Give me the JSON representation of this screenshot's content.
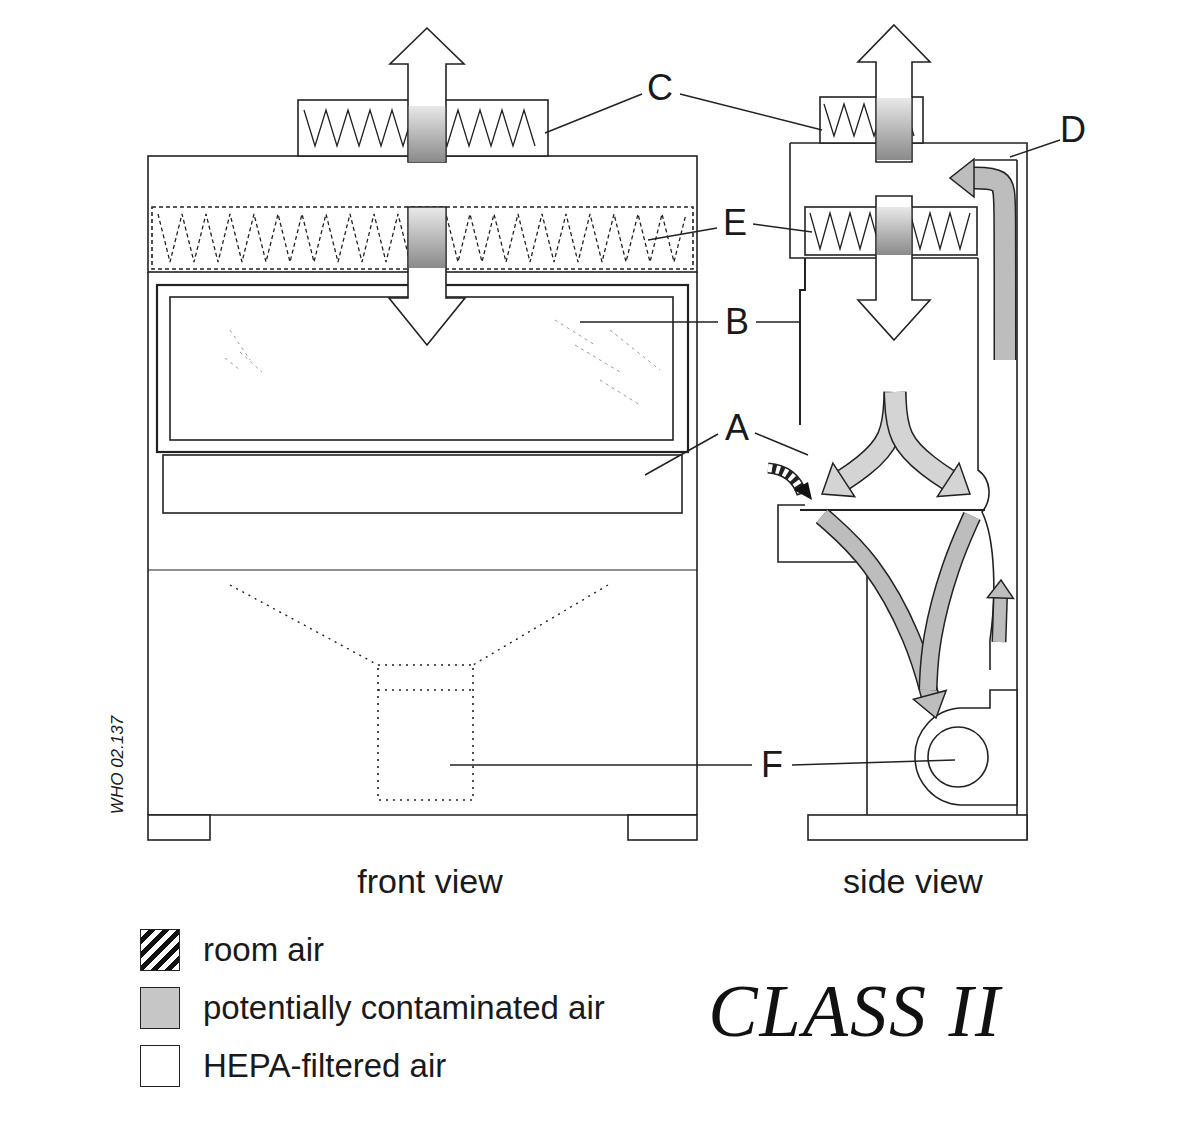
{
  "diagram": {
    "title": "CLASS II",
    "labels": [
      "C",
      "D",
      "E",
      "B",
      "A",
      "F",
      "front view",
      "side view",
      "WHO 02.137"
    ],
    "legend": [
      {
        "text": "room air"
      },
      {
        "text": "potentially contaminated air",
        "color": "#c6c6c6"
      },
      {
        "text": "HEPA-filtered air",
        "color": "#ffffff"
      }
    ]
  }
}
